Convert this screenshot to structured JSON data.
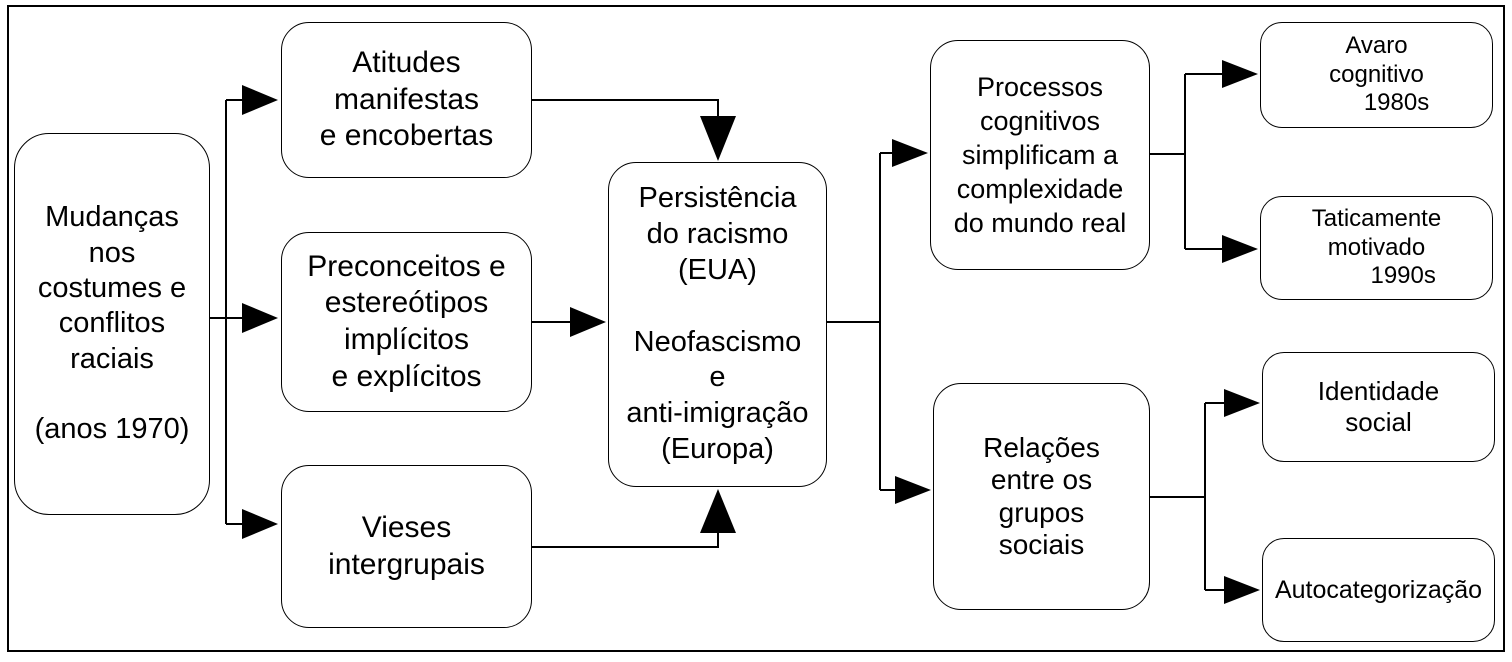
{
  "diagram": {
    "colors": {
      "stroke": "#000000",
      "background": "#ffffff",
      "text": "#000000"
    },
    "boxes": {
      "changes": {
        "text": "Mudanças\nnos\ncostumes e\nconflitos\nraciais\n\n(anos 1970)"
      },
      "attitudes": {
        "text": "Atitudes\nmanifestas\ne encobertas"
      },
      "prejudice": {
        "text": "Preconceitos e\nestereótipos\nimplícitos\ne explícitos"
      },
      "biases": {
        "text": "Vieses\nintergrupais"
      },
      "persistence": {
        "text": "Persistência\ndo racismo\n(EUA)\n\nNeofascismo\ne\nanti-imigração\n(Europa)"
      },
      "cognitive_processes": {
        "text": "Processos\ncognitivos\nsimplificam a\ncomplexidade\ndo mundo real"
      },
      "group_relations": {
        "text": "Relações\nentre os\ngrupos\nsociais"
      },
      "cognitive_miser": {
        "text": "Avaro\ncognitivo\n      1980s"
      },
      "tactically_motivated": {
        "text": "Taticamente\nmotivado\n        1990s"
      },
      "social_identity": {
        "text": "Identidade\nsocial"
      },
      "self_categorization": {
        "text": "Autocategorização"
      }
    }
  }
}
